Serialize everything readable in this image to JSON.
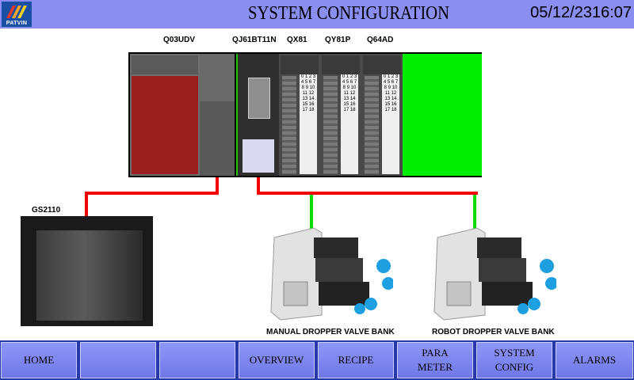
{
  "header": {
    "logo_text": "PATVIN",
    "title": "SYSTEM CONFIGURATION",
    "datetime": "05/12/2316:07"
  },
  "modules": {
    "cpu": "Q03UDV",
    "network": "QJ61BT11N",
    "input": "QX81",
    "output": "QY81P",
    "analog": "Q64AD"
  },
  "devices": {
    "hmi": "GS2110",
    "valve_bank_1": "MANUAL DROPPER VALVE BANK",
    "valve_bank_2": "ROBOT DROPPER VALVE BANK"
  },
  "io_numbers": "0 1 2 3 4 5 6 7 8 9 10 11 12 13 14 15 16 17 18",
  "colors": {
    "header": "#8a8ef0",
    "rack_fill": "#00ee00",
    "wire_power": "#ee0000",
    "wire_link": "#00dd00",
    "nav_button": "#7078e8"
  },
  "nav": {
    "home": "HOME",
    "blank_1": "",
    "blank_2": "",
    "overview": "OVERVIEW",
    "recipe": "RECIPE",
    "parameter": "PARA\nMETER",
    "system_config": "SYSTEM\nCONFIG",
    "alarms": "ALARMS"
  }
}
